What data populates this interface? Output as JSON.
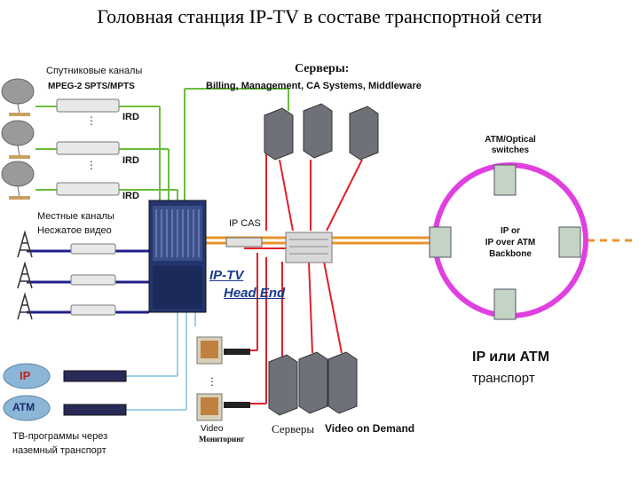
{
  "title": "Головная станция IP-TV в составе транспортной сети",
  "labels": {
    "satellite_channels": "Спутниковые каналы",
    "mpeg": "MPEG-2 SPTS/MPTS",
    "ird1": "IRD",
    "ird2": "IRD",
    "ird3": "IRD",
    "local_channels": "Местные каналы",
    "uncompressed": "Несжатое видео",
    "servers_title": "Серверы:",
    "servers_list": "Billing, Management,  CA Systems, Middleware",
    "ip_cas": "IP CAS",
    "iptv": "IP-TV",
    "head_end": "Head End",
    "atm_optical": "ATM/Optical",
    "switches": "switches",
    "ring_ip_or": "IP or",
    "ring_ip_over_atm": "IP over ATM",
    "ring_backbone": "Backbone",
    "ip_or_atm": "IP или  ATM",
    "transport": "транспорт",
    "ip_cloud": "IP",
    "atm_cloud": "ATM",
    "tv_programs_1": "ТВ-программы через",
    "tv_programs_2": "наземный транспорт",
    "video": "Video",
    "monitoring": "Мониторинг",
    "vod_servers_1": "Серверы",
    "vod_servers_2": "Video on Demand"
  },
  "colors": {
    "orange": "#e8952a",
    "red": "#e0202a",
    "navy": "#1f1f8a",
    "green": "#6abf3a",
    "lightblue": "#9ccfe8",
    "magenta": "#e040e0",
    "headend": "#24346e"
  }
}
